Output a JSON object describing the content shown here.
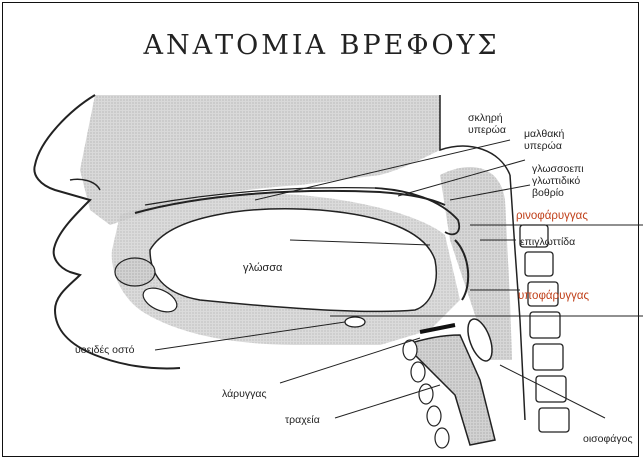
{
  "title": "ΑΝΑΤΟΜΙΑ ΒΡΕΦΟΥΣ",
  "colors": {
    "accent_label": "#c0401a",
    "shading": "#c9c9c9",
    "outline": "#222222"
  },
  "labels": {
    "hard_palate": [
      "σκληρή",
      "υπερώα"
    ],
    "soft_palate": [
      "μαλθακή",
      "υπερώα"
    ],
    "vallecula": [
      "γλωσσοεπι",
      "γλωττιδικό",
      "βοθρίο"
    ],
    "nasopharynx": "ρινοφάρυγγας",
    "epiglottis": "επιγλωττίδα",
    "tongue": "γλώσσα",
    "hypopharynx": "υποφάρυγγας",
    "hyoid": "υοειδές οστό",
    "larynx": "λάρυγγας",
    "trachea": "τραχεία",
    "esophagus": "οισοφάγος"
  }
}
